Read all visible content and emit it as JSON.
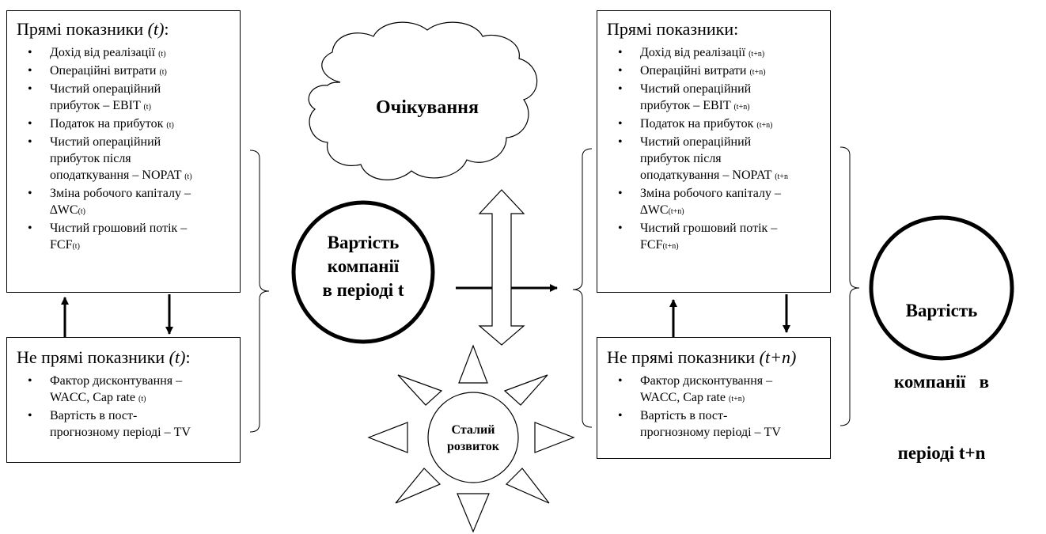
{
  "left_direct": {
    "title_main": "Прямі показники ",
    "title_italic": "(t)",
    "title_suffix": ":",
    "items": [
      {
        "lines": [
          "Дохід від реалізації "
        ],
        "sub": "(t)"
      },
      {
        "lines": [
          "Операційні витрати "
        ],
        "sub": "(t)"
      },
      {
        "lines": [
          "Чистий операційний",
          "прибуток – EBIT "
        ],
        "sub": "(t)"
      },
      {
        "lines": [
          "Податок на прибуток "
        ],
        "sub": "(t)"
      },
      {
        "lines": [
          "Чистий операційний",
          "прибуток після",
          "оподаткування – NOPAT "
        ],
        "sub": "(t)"
      },
      {
        "lines": [
          "Зміна робочого капіталу –",
          "∆WC"
        ],
        "sub": "(t)"
      },
      {
        "lines": [
          "Чистий грошовий потік –",
          "FCF"
        ],
        "sub": "(t)"
      }
    ]
  },
  "left_indirect": {
    "title_main": "Не прямі показники ",
    "title_italic": "(t)",
    "title_suffix": ":",
    "items": [
      {
        "lines": [
          "Фактор дисконтування –",
          "WACC, Cap rate "
        ],
        "sub": "(t)"
      },
      {
        "lines": [
          "Вартість в пост-",
          "прогнозному періоді – TV"
        ],
        "sub": ""
      }
    ]
  },
  "right_direct": {
    "title_main": "Прямі показники:",
    "title_italic": "",
    "title_suffix": "",
    "items": [
      {
        "lines": [
          "Дохід від реалізації "
        ],
        "sub": "(t+n)"
      },
      {
        "lines": [
          "Операційні витрати "
        ],
        "sub": "(t+n)"
      },
      {
        "lines": [
          "Чистий операційний",
          "прибуток – EBIT "
        ],
        "sub": "(t+n)"
      },
      {
        "lines": [
          "Податок на прибуток "
        ],
        "sub": "(t+n)"
      },
      {
        "lines": [
          "Чистий операційний",
          "прибуток після",
          "оподаткування – NOPAT "
        ],
        "sub": "(t+n"
      },
      {
        "lines": [
          "Зміна робочого капіталу –",
          "∆WC"
        ],
        "sub": "(t+n)"
      },
      {
        "lines": [
          "Чистий грошовий потік –",
          "FCF"
        ],
        "sub": "(t+n)"
      }
    ]
  },
  "right_indirect": {
    "title_main": "Не прямі показники ",
    "title_italic": "(t+n)",
    "title_suffix": "",
    "items": [
      {
        "lines": [
          "Фактор дисконтування –",
          "WACC, Cap rate "
        ],
        "sub": "(t+n)"
      },
      {
        "lines": [
          "Вартість в пост-",
          "прогнозному періоді – TV"
        ],
        "sub": ""
      }
    ]
  },
  "expectations_label": "Очікування",
  "value_t": [
    "Вартість",
    "компанії",
    "в періоді t"
  ],
  "value_tn": [
    "Вартість",
    "компанії   в",
    "періоді t+n"
  ],
  "steady_growth": [
    "Сталий",
    "розвиток"
  ]
}
